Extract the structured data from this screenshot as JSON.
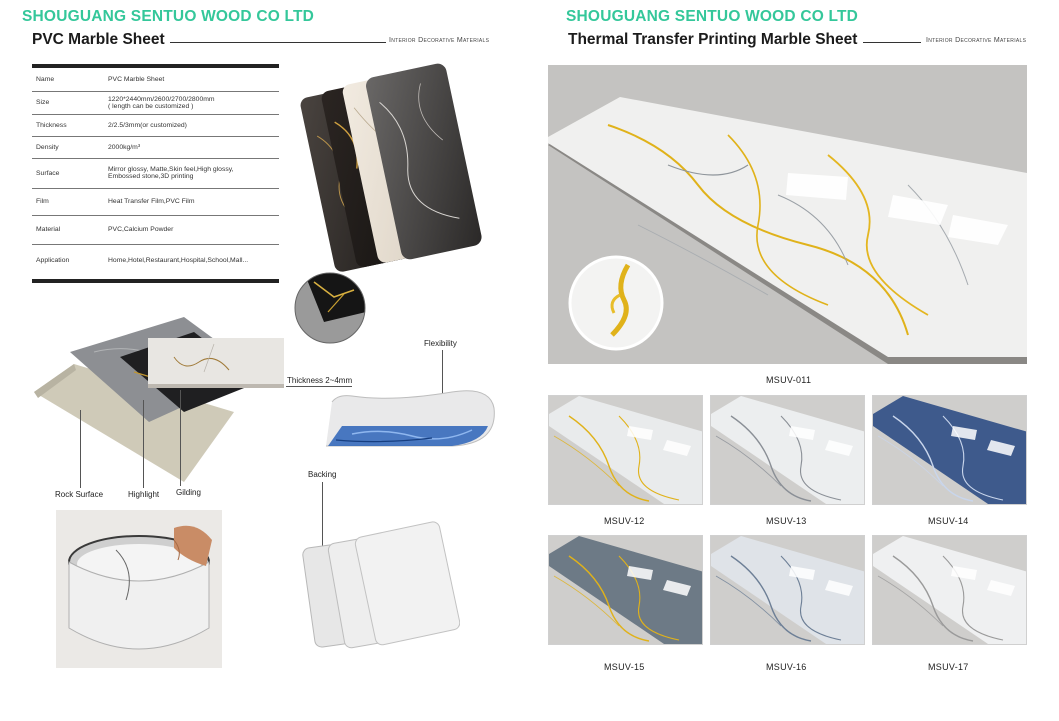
{
  "left": {
    "company": "SHOUGUANG SENTUO WOOD CO LTD",
    "title": "PVC Marble Sheet",
    "tagline": "Interior Decorative Materials",
    "specs": [
      {
        "key": "Name",
        "value": "PVC Marble Sheet"
      },
      {
        "key": "Size",
        "value": "1220*2440mm/2600/2700/2800mm",
        "value2": "( length can be customized )"
      },
      {
        "key": "Thickness",
        "value": "2/2.5/3mm(or customized)"
      },
      {
        "key": "Density",
        "value": "2000kg/m³"
      },
      {
        "key": "Surface",
        "value": "Mirror glossy, Matte,Skin feel,High glossy,",
        "value2": "Embossed stone,3D printing"
      },
      {
        "key": "Film",
        "value": "Heat Transfer Film,PVC Film"
      },
      {
        "key": "Material",
        "value": "PVC,Calcium Powder"
      },
      {
        "key": "Application",
        "value": "Home,Hotel,Restaurant,Hospital,School,Mall..."
      }
    ],
    "labels": {
      "rock_surface": "Rock Surface",
      "highlight": "Highlight",
      "gilding": "Gilding",
      "thickness": "Thickness 2~4mm",
      "flexibility": "Flexibility",
      "backing": "Backing"
    }
  },
  "right": {
    "company": "SHOUGUANG SENTUO WOOD CO LTD",
    "title": "Thermal Transfer Printing Marble Sheet",
    "tagline": "Interior Decorative Materials",
    "main_code": "MSUV-011",
    "tiles": [
      {
        "code": "MSUV-12",
        "base": "#e9ebec",
        "vein": "#e0b21a"
      },
      {
        "code": "MSUV-13",
        "base": "#eceeef",
        "vein": "#8a8f96"
      },
      {
        "code": "MSUV-14",
        "base": "#3e5a8c",
        "vein": "#c9d6ec"
      },
      {
        "code": "MSUV-15",
        "base": "#6d7a86",
        "vein": "#e0b21a"
      },
      {
        "code": "MSUV-16",
        "base": "#dfe3e8",
        "vein": "#6d7f96"
      },
      {
        "code": "MSUV-17",
        "base": "#eff0f1",
        "vein": "#9a9a9a"
      }
    ]
  },
  "colors": {
    "brand_green": "#34c79a",
    "gold_vein": "#e0b21a"
  }
}
